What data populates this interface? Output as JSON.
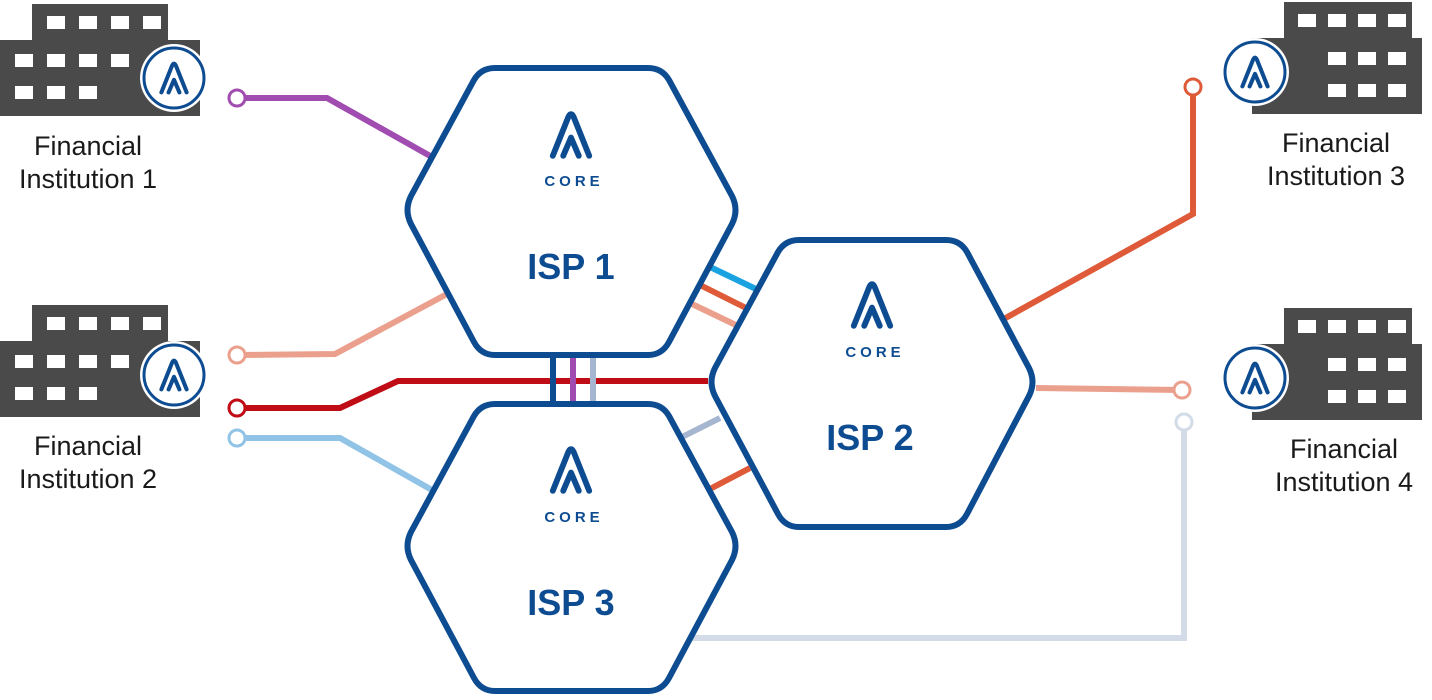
{
  "colors": {
    "brand_blue": "#0e4c92",
    "building": "#4a4a4a",
    "link_purple": "#a04cb0",
    "link_salmon": "#eba08d",
    "link_red": "#c00c15",
    "link_lightblue": "#90c3e6",
    "link_orange": "#df5a38",
    "link_pale": "#d2dbe7",
    "link_cyan": "#1aa3e0",
    "link_steel": "#a7b6d0"
  },
  "isps": [
    {
      "label": "ISP 1",
      "badge_text": "CORE"
    },
    {
      "label": "ISP 2",
      "badge_text": "CORE"
    },
    {
      "label": "ISP 3",
      "badge_text": "CORE"
    }
  ],
  "institutions": [
    {
      "line1": "Financial",
      "line2": "Institution 1"
    },
    {
      "line1": "Financial",
      "line2": "Institution 2"
    },
    {
      "line1": "Financial",
      "line2": "Institution 3"
    },
    {
      "line1": "Financial",
      "line2": "Institution 4"
    }
  ]
}
